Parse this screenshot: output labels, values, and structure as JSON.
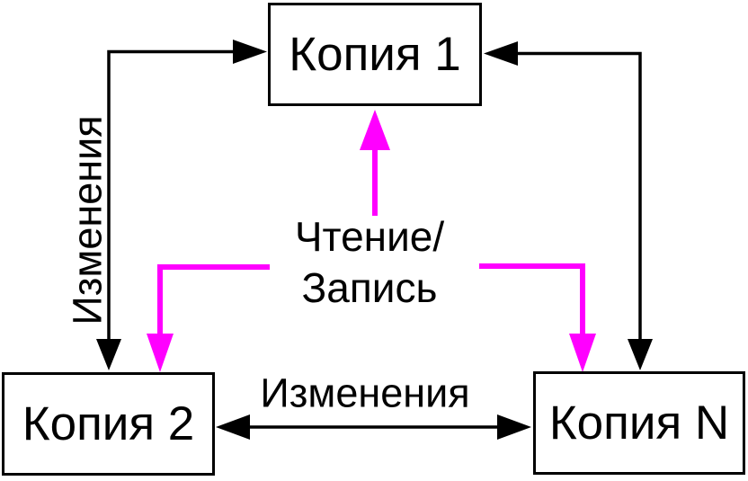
{
  "nodes": {
    "copy1": "Копия 1",
    "copy2": "Копия 2",
    "copyN": "Копия N"
  },
  "labels": {
    "changes_vertical": "Изменения",
    "changes_horizontal": "Изменения",
    "read_write_line1": "Чтение/",
    "read_write_line2": "Запись"
  },
  "icons": {
    "black_arrows": "changes-flow-arrows",
    "magenta_arrows": "read-write-flow-arrows"
  },
  "colors": {
    "line-black": "#000000",
    "line-magenta": "#ff00ff",
    "background": "#ffffff",
    "box-fill": "#ffffff",
    "text": "#000000"
  }
}
